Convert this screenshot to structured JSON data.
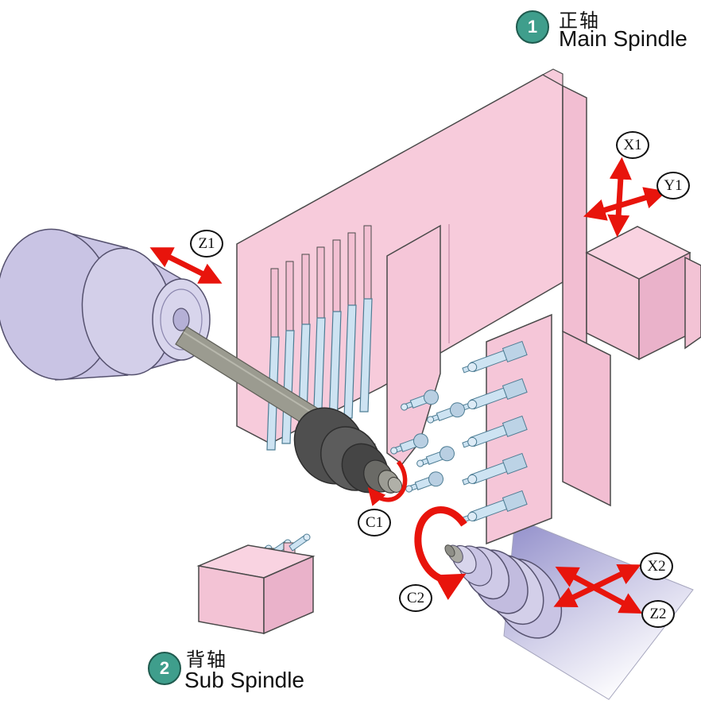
{
  "legend": {
    "main": {
      "number": "1",
      "zh": "正轴",
      "en": "Main Spindle"
    },
    "sub": {
      "number": "2",
      "zh": "背轴",
      "en": "Sub Spindle"
    }
  },
  "axis_labels": {
    "z1": "Z1",
    "x1": "X1",
    "y1": "Y1",
    "c1": "C1",
    "c2": "C2",
    "x2": "X2",
    "z2": "Z2"
  },
  "colors": {
    "machine_pink": "#f7cbdb",
    "machine_pink_dark": "#eab2ca",
    "spindle_lavender": "#c9c4e4",
    "tool_blue": "#cde3f2",
    "bar_gray": "#9b9b90",
    "chuck_dark": "#4f4f4f",
    "arrow_red": "#e8140c",
    "badge_teal": "#3f9e8c"
  }
}
